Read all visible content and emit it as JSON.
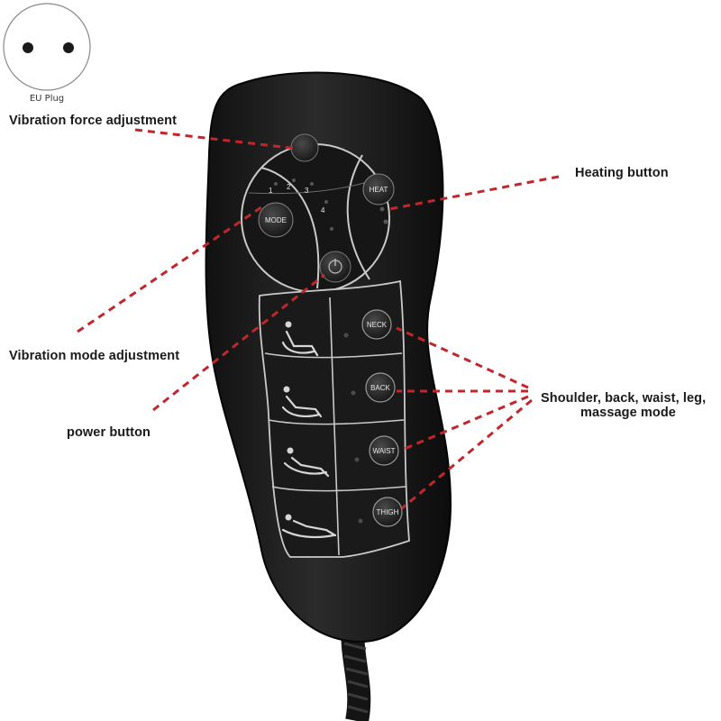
{
  "plug": {
    "label": "EU Plug"
  },
  "labels": {
    "vibration_force": "Vibration force adjustment",
    "heating": "Heating button",
    "vibration_mode": "Vibration mode adjustment",
    "power": "power button",
    "zones_line1": "Shoulder, back, waist, leg,",
    "zones_line2": "massage mode"
  },
  "remote": {
    "mode_button": "MODE",
    "heat_button": "HEAT",
    "zone_buttons": [
      "NECK",
      "BACK",
      "WAIST",
      "THIGH"
    ],
    "level_digits": [
      "1",
      "2",
      "3",
      "4"
    ]
  },
  "colors": {
    "annotation_line": "#c0272d",
    "remote_body": "#1e1e1e",
    "panel_outline": "#bdbdbd"
  }
}
